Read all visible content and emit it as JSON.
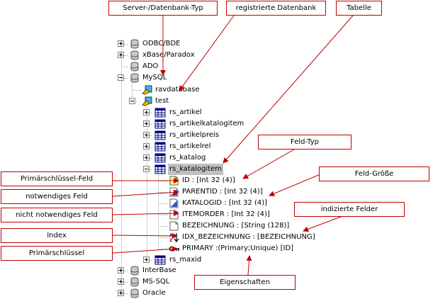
{
  "callouts": {
    "server_type": "Server-/Datenbank-Typ",
    "registered_db": "registrierte Datenbank",
    "table": "Tabelle",
    "field_type": "Feld-Typ",
    "field_size": "Feld-Größe",
    "indexed_fields": "indizierte Felder",
    "primary_key_field": "Primärschlüssel-Feld",
    "required_field": "notwendiges Feld",
    "not_required_field": "nicht notwendiges Feld",
    "index": "Index",
    "primary_key": "Primärschlüssel",
    "properties": "Eigenschaften"
  },
  "tree": {
    "odbc": "ODBC/BDE",
    "xbase": "xBase/Paradox",
    "ado": "ADO",
    "mysql": "MySQL",
    "ravdatabase": "ravdatabase",
    "test": "test",
    "tables": [
      "rs_artikel",
      "rs_artikelkatalogitem",
      "rs_artikelpreis",
      "rs_artikelrel",
      "rs_katalog",
      "rs_katalogitem"
    ],
    "fields": [
      "ID : [Int 32 (4)]",
      "PARENTID : [Int 32 (4)]",
      "KATALOGID : [Int 32 (4)]",
      "ITEMORDER : [Int 32 (4)]",
      "BEZEICHNUNG : [String (128)]"
    ],
    "index_name": "IDX_BEZEICHNUNG : [BEZEICHNUNG]",
    "primary": "PRIMARY :(Primary;Unique) [ID]",
    "rs_maxid": "rs_maxid",
    "interbase": "InterBase",
    "mssql": "MS-SQL",
    "oracle": "Oracle"
  },
  "colors": {
    "callout_border": "#c00000",
    "arrow": "#c00000",
    "selection": "#c0c0c0"
  }
}
